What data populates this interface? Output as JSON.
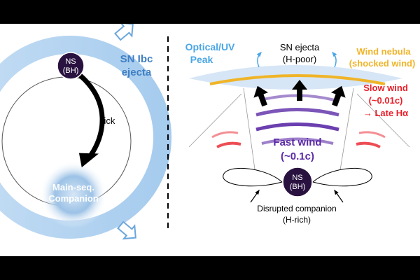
{
  "left_panel": {
    "ns_label_line1": "NS",
    "ns_label_line2": "(BH)",
    "kick_label": "kick",
    "companion_line1": "Main-seq.",
    "companion_line2": "Companion",
    "ejecta_line1": "SN Ibc",
    "ejecta_line2": "ejecta"
  },
  "right_panel": {
    "optical_line1": "Optical/UV",
    "optical_line2": "Peak",
    "sn_ejecta_line1": "SN ejecta",
    "sn_ejecta_line2": "(H-poor)",
    "wind_nebula_line1": "Wind nebula",
    "wind_nebula_line2": "(shocked wind)",
    "slow_wind_line1": "Slow wind",
    "slow_wind_line2": "(~0.01c)",
    "slow_wind_line3": "→ Late Hα",
    "fast_wind_line1": "Fast wind",
    "fast_wind_line2": "(~0.1c)",
    "ns_label_line1": "NS",
    "ns_label_line2": "(BH)",
    "disrupted_line1": "Disrupted companion",
    "disrupted_line2": "(H-rich)"
  },
  "colors": {
    "ejecta_blue": "#3f7fc4",
    "optical_blue": "#4aa6e6",
    "wind_nebula_orange": "#f0b428",
    "slow_wind_red": "#e8202a",
    "fast_wind_purple": "#5b2aa6",
    "ns_dark": "#2a1240"
  }
}
